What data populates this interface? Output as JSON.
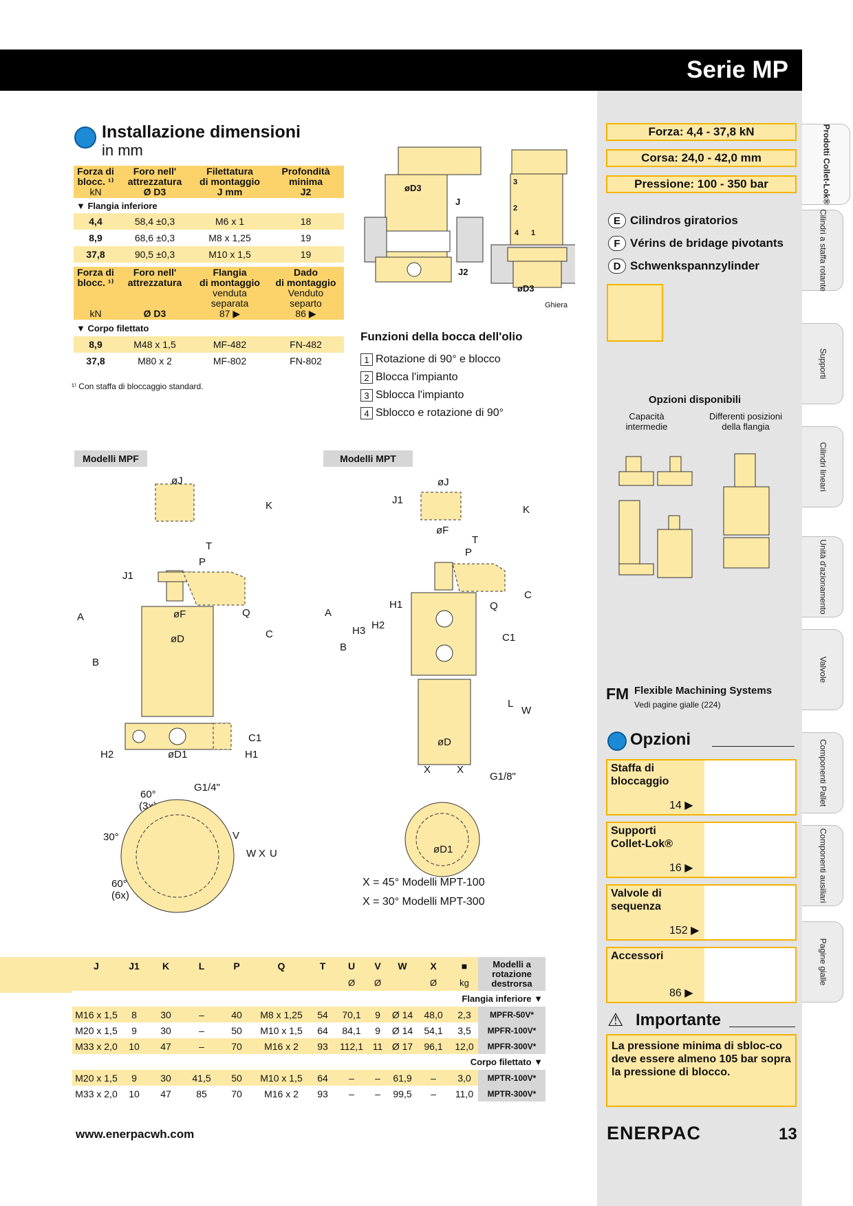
{
  "header": {
    "title": "Serie MP"
  },
  "section": {
    "title": "Installazione dimensioni",
    "subtitle": "in mm"
  },
  "table1": {
    "h1": {
      "c1a": "Forza di",
      "c1b": "blocc. ¹⁾",
      "c1c": "kN",
      "c2a": "Foro nell'",
      "c2b": "attrezzatura",
      "c2c": "Ø D3",
      "c3a": "Filettatura",
      "c3b": "di montaggio",
      "c3c": "J mm",
      "c4a": "Profondità",
      "c4b": "minima",
      "c4c": "J2"
    },
    "group1": "▼  Flangia inferiore",
    "rows1": [
      [
        "4,4",
        "58,4 ±0,3",
        "M6 x 1",
        "18"
      ],
      [
        "8,9",
        "68,6 ±0,3",
        "M8 x 1,25",
        "19"
      ],
      [
        "37,8",
        "90,5 ±0,3",
        "M10 x 1,5",
        "19"
      ]
    ],
    "h2": {
      "c1a": "Forza di",
      "c1b": "blocc. ¹⁾",
      "c1c": "kN",
      "c2a": "Foro nell'",
      "c2b": "attrezzatura",
      "c2c": "Ø D3",
      "c3a": "Flangia",
      "c3b": "di montaggio",
      "c3c": "venduta",
      "c3d": "separata",
      "c3e": "87 ▶",
      "c4a": "Dado",
      "c4b": "di montaggio",
      "c4c": "Venduto",
      "c4d": "separto",
      "c4e": "86 ▶"
    },
    "group2": "▼  Corpo filettato",
    "rows2": [
      [
        "8,9",
        "M48 x 1,5",
        "MF-482",
        "FN-482"
      ],
      [
        "37,8",
        "M80 x 2",
        "MF-802",
        "FN-802"
      ]
    ],
    "footnote": "¹⁾  Con staffa di bloccaggio standard."
  },
  "functions": {
    "title": "Funzioni della bocca dell'olio",
    "items": [
      {
        "n": "1",
        "label": "Rotazione di 90° e blocco"
      },
      {
        "n": "2",
        "label": "Blocca l'impianto"
      },
      {
        "n": "3",
        "label": "Sblocca l'impianto"
      },
      {
        "n": "4",
        "label": "Sblocco e rotazione di 90°"
      }
    ]
  },
  "models": {
    "mpf": "Modelli MPF",
    "mpt": "Modelli MPT"
  },
  "xnotes": [
    "X = 45° Modelli MPT-100",
    "X = 30° Modelli MPT-300"
  ],
  "specs": {
    "forza": "Forza:  4,4 - 37,8 kN",
    "corsa": "Corsa:  24,0 - 42,0 mm",
    "pressione": "Pressione:  100 - 350 bar"
  },
  "languages": [
    {
      "code": "E",
      "label": "Cilindros giratorios"
    },
    {
      "code": "F",
      "label": "Vérins de bridage pivotants"
    },
    {
      "code": "D",
      "label": "Schwenkspannzylinder"
    }
  ],
  "options": {
    "title": "Opzioni disponibili",
    "a": "Capacità intermedie",
    "b": "Differenti posizioni della flangia"
  },
  "fms": {
    "title": "Flexible Machining Systems",
    "sub": "Vedi pagine gialle (",
    "page": "224)"
  },
  "opzioni": {
    "title": "Opzioni",
    "cards": [
      {
        "t1": "Staffa di",
        "t2": "bloccaggio",
        "page": "14 ▶"
      },
      {
        "t1": "Supporti",
        "t2": "Collet-Lok®",
        "page": "16 ▶"
      },
      {
        "t1": "Valvole di",
        "t2": "sequenza",
        "page": "152 ▶"
      },
      {
        "t1": "Accessori",
        "t2": "",
        "page": "86 ▶"
      }
    ]
  },
  "important": {
    "title": "Importante",
    "text": "La pressione minima di sbloc-co deve essere almeno 105 bar sopra la pressione di blocco."
  },
  "bottom": {
    "cols": [
      "J",
      "J1",
      "K",
      "L",
      "P",
      "Q",
      "T",
      "U",
      "V",
      "W",
      "X",
      "kg"
    ],
    "subs": [
      "",
      "",
      "",
      "",
      "",
      "",
      "",
      "Ø",
      "Ø",
      "",
      "Ø",
      "kg"
    ],
    "model_hdr": [
      "Modelli a",
      "rotazione",
      "destrorsa"
    ],
    "group1": "Flangia inferiore ▼",
    "group2": "Corpo filettato ▼",
    "rows1": [
      [
        "M16 x 1,5",
        "8",
        "30",
        "–",
        "40",
        "M8 x 1,25",
        "54",
        "70,1",
        "9",
        "Ø 14",
        "48,0",
        "2,3",
        "MPFR-50V*"
      ],
      [
        "M20 x 1,5",
        "9",
        "30",
        "–",
        "50",
        "M10 x 1,5",
        "64",
        "84,1",
        "9",
        "Ø 14",
        "54,1",
        "3,5",
        "MPFR-100V*"
      ],
      [
        "M33 x 2,0",
        "10",
        "47",
        "–",
        "70",
        "M16 x 2",
        "93",
        "112,1",
        "11",
        "Ø 17",
        "96,1",
        "12,0",
        "MPFR-300V*"
      ]
    ],
    "rows2": [
      [
        "M20 x 1,5",
        "9",
        "30",
        "41,5",
        "50",
        "M10 x 1,5",
        "64",
        "–",
        "–",
        "61,9",
        "–",
        "3,0",
        "MPTR-100V*"
      ],
      [
        "M33 x 2,0",
        "10",
        "47",
        "85",
        "70",
        "M16 x 2",
        "93",
        "–",
        "–",
        "99,5",
        "–",
        "11,0",
        "MPTR-300V*"
      ]
    ]
  },
  "tabs": [
    "Prodotti Collet-Lok®",
    "Cilindri a staffa rotante",
    "Supporti",
    "Cilindri lineari",
    "Unità d'azionamento",
    "Valvole",
    "Componenti Pallet",
    "Componenti ausiliari",
    "Pagine gialle"
  ],
  "footer": {
    "url": "www.enerpacwh.com",
    "logo": "ENERPAC",
    "page": "13"
  },
  "colors": {
    "yellow": "#fde9a6",
    "border": "#f3b300",
    "black": "#000000"
  }
}
